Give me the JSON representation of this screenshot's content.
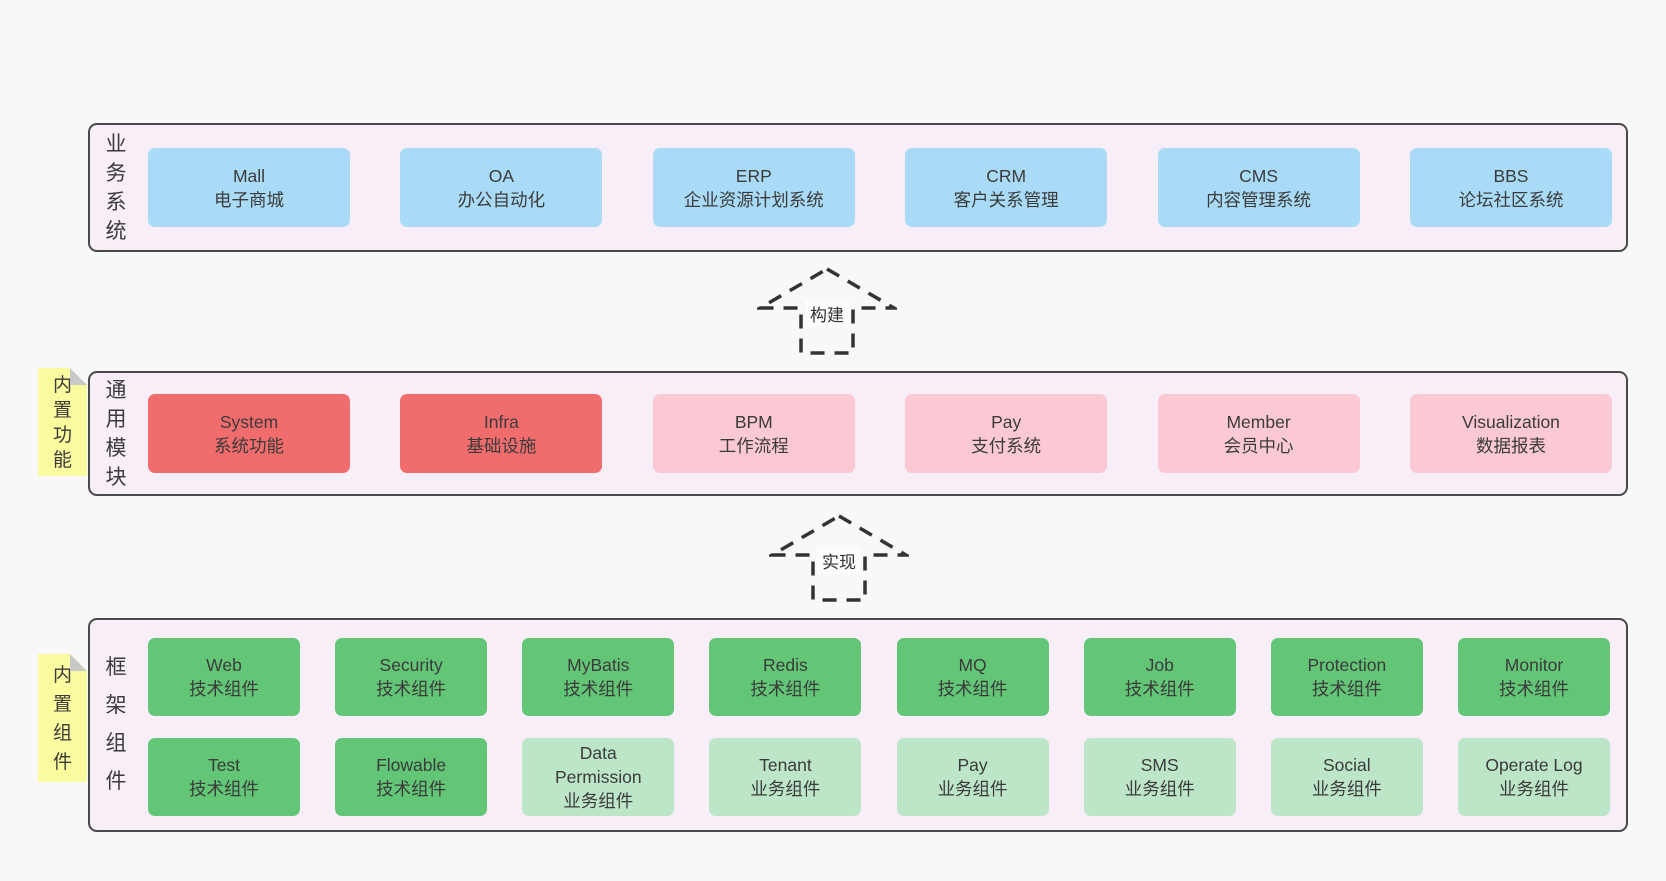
{
  "panels": {
    "business": {
      "label": "业务系统",
      "boxes": [
        {
          "name": "Mall",
          "desc": "电子商城",
          "variant": "blue"
        },
        {
          "name": "OA",
          "desc": "办公自动化",
          "variant": "blue"
        },
        {
          "name": "ERP",
          "desc": "企业资源计划系统",
          "variant": "blue"
        },
        {
          "name": "CRM",
          "desc": "客户关系管理",
          "variant": "blue"
        },
        {
          "name": "CMS",
          "desc": "内容管理系统",
          "variant": "blue"
        },
        {
          "name": "BBS",
          "desc": "论坛社区系统",
          "variant": "blue"
        }
      ]
    },
    "modules": {
      "label": "通用模块",
      "note": "内置功能",
      "boxes": [
        {
          "name": "System",
          "desc": "系统功能",
          "variant": "red"
        },
        {
          "name": "Infra",
          "desc": "基础设施",
          "variant": "red"
        },
        {
          "name": "BPM",
          "desc": "工作流程",
          "variant": "pink"
        },
        {
          "name": "Pay",
          "desc": "支付系统",
          "variant": "pink"
        },
        {
          "name": "Member",
          "desc": "会员中心",
          "variant": "pink"
        },
        {
          "name": "Visualization",
          "desc": "数据报表",
          "variant": "pink"
        }
      ]
    },
    "framework": {
      "label": "框架组件",
      "note": "内置组件",
      "rows": [
        [
          {
            "name": "Web",
            "desc": "技术组件",
            "variant": "green"
          },
          {
            "name": "Security",
            "desc": "技术组件",
            "variant": "green"
          },
          {
            "name": "MyBatis",
            "desc": "技术组件",
            "variant": "green"
          },
          {
            "name": "Redis",
            "desc": "技术组件",
            "variant": "green"
          },
          {
            "name": "MQ",
            "desc": "技术组件",
            "variant": "green"
          },
          {
            "name": "Job",
            "desc": "技术组件",
            "variant": "green"
          },
          {
            "name": "Protection",
            "desc": "技术组件",
            "variant": "green"
          },
          {
            "name": "Monitor",
            "desc": "技术组件",
            "variant": "green"
          }
        ],
        [
          {
            "name": "Test",
            "desc": "技术组件",
            "variant": "green"
          },
          {
            "name": "Flowable",
            "desc": "技术组件",
            "variant": "green"
          },
          {
            "name": "Data Permission",
            "desc": "业务组件",
            "variant": "lightgreen"
          },
          {
            "name": "Tenant",
            "desc": "业务组件",
            "variant": "lightgreen"
          },
          {
            "name": "Pay",
            "desc": "业务组件",
            "variant": "lightgreen"
          },
          {
            "name": "SMS",
            "desc": "业务组件",
            "variant": "lightgreen"
          },
          {
            "name": "Social",
            "desc": "业务组件",
            "variant": "lightgreen"
          },
          {
            "name": "Operate Log",
            "desc": "业务组件",
            "variant": "lightgreen"
          }
        ]
      ]
    }
  },
  "arrows": {
    "build": "构建",
    "implement": "实现"
  },
  "colors": {
    "canvas_bg": "#f8f8f8",
    "panel_bg": "#f8eef7",
    "panel_border": "#4a4a4a",
    "blue": "#a9dbf6",
    "red": "#f16c6d",
    "pink": "#fac9d3",
    "green": "#63c676",
    "light_green": "#bde5c8",
    "note_yellow": "#fafa9e",
    "note_fold": "#c8c8c8",
    "text": "#3b3b3b"
  }
}
